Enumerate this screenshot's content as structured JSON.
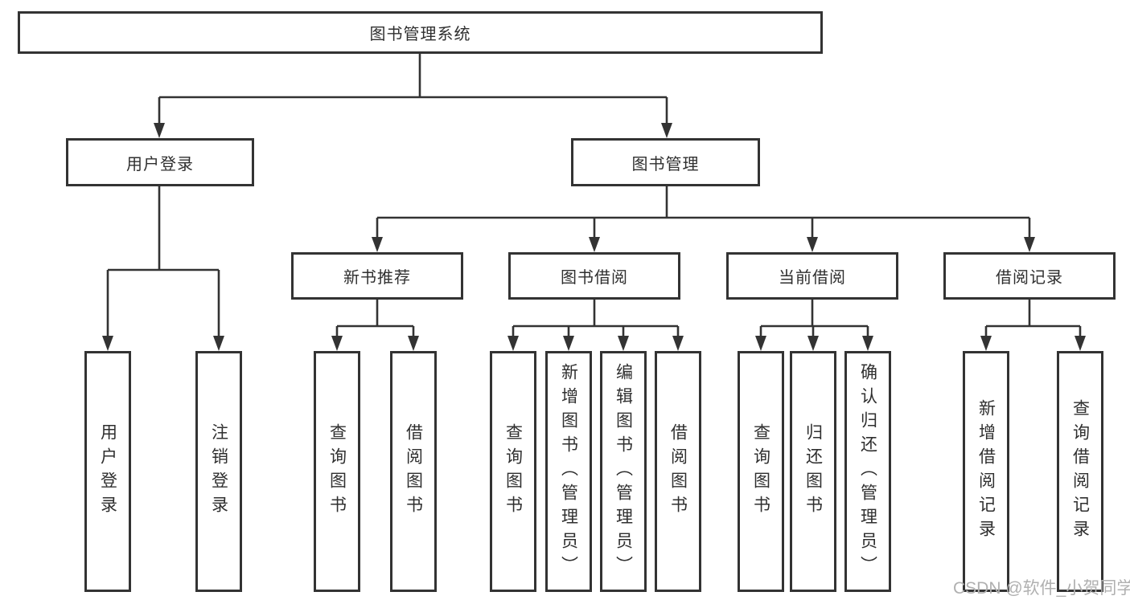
{
  "diagram": {
    "root": {
      "label": "图书管理系统"
    },
    "branches": [
      {
        "label": "用户登录",
        "leaves": [
          {
            "label": "用户登录"
          },
          {
            "label": "注销登录"
          }
        ]
      },
      {
        "label": "图书管理",
        "sections": [
          {
            "label": "新书推荐",
            "leaves": [
              {
                "label": "查询图书"
              },
              {
                "label": "借阅图书"
              }
            ]
          },
          {
            "label": "图书借阅",
            "leaves": [
              {
                "label": "查询图书"
              },
              {
                "label": "新增图书（管理员）"
              },
              {
                "label": "编辑图书（管理员）"
              },
              {
                "label": "借阅图书"
              }
            ]
          },
          {
            "label": "当前借阅",
            "leaves": [
              {
                "label": "查询图书"
              },
              {
                "label": "归还图书"
              },
              {
                "label": "确认归还（管理员）"
              }
            ]
          },
          {
            "label": "借阅记录",
            "leaves": [
              {
                "label": "新增借阅记录"
              },
              {
                "label": "查询借阅记录"
              }
            ]
          }
        ]
      }
    ]
  },
  "watermark": {
    "text": "CSDN @软件_小贺同学"
  },
  "colors": {
    "line": "#333333",
    "text": "#2f2f2f",
    "background": "#ffffff",
    "watermark": "#b0b0b0"
  }
}
